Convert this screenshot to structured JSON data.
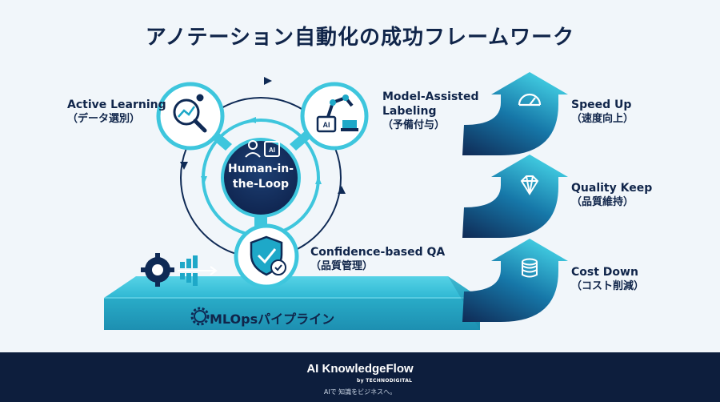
{
  "title": "アノテーション自動化の成功フレームワーク",
  "cycle": {
    "hub": {
      "line1": "Human-in-",
      "line2": "the-Loop",
      "chip_text": "AI"
    },
    "nodes": [
      {
        "label": "Active Learning",
        "sub": "（データ選別）",
        "icon": "magnifier-chart-icon"
      },
      {
        "label_line1": "Model-Assisted",
        "label_line2": "Labeling",
        "sub": "（予備付与）",
        "icon": "robot-arm-icon",
        "chip_text": "AI"
      },
      {
        "label": "Confidence-based QA",
        "sub": "（品質管理）",
        "icon": "shield-check-icon"
      }
    ]
  },
  "platform": {
    "label": "MLOpsパイプライン",
    "icon": "gear-icon"
  },
  "benefits": [
    {
      "label": "Speed Up",
      "sub": "（速度向上）",
      "icon": "speedometer-icon"
    },
    {
      "label": "Quality Keep",
      "sub": "（品質維持）",
      "icon": "diamond-icon"
    },
    {
      "label": "Cost Down",
      "sub": "（コスト削減）",
      "icon": "coins-icon"
    }
  ],
  "footer": {
    "brand": "AI KnowledgeFlow",
    "by": "by TECHNODIGITAL",
    "tagline": "AIで 知識をビジネスへ。"
  },
  "colors": {
    "navy": "#10254a",
    "teal": "#1ea8c8",
    "cyan": "#3ec6dd",
    "background": "#f1f6fa",
    "footer": "#0d1e3d"
  }
}
